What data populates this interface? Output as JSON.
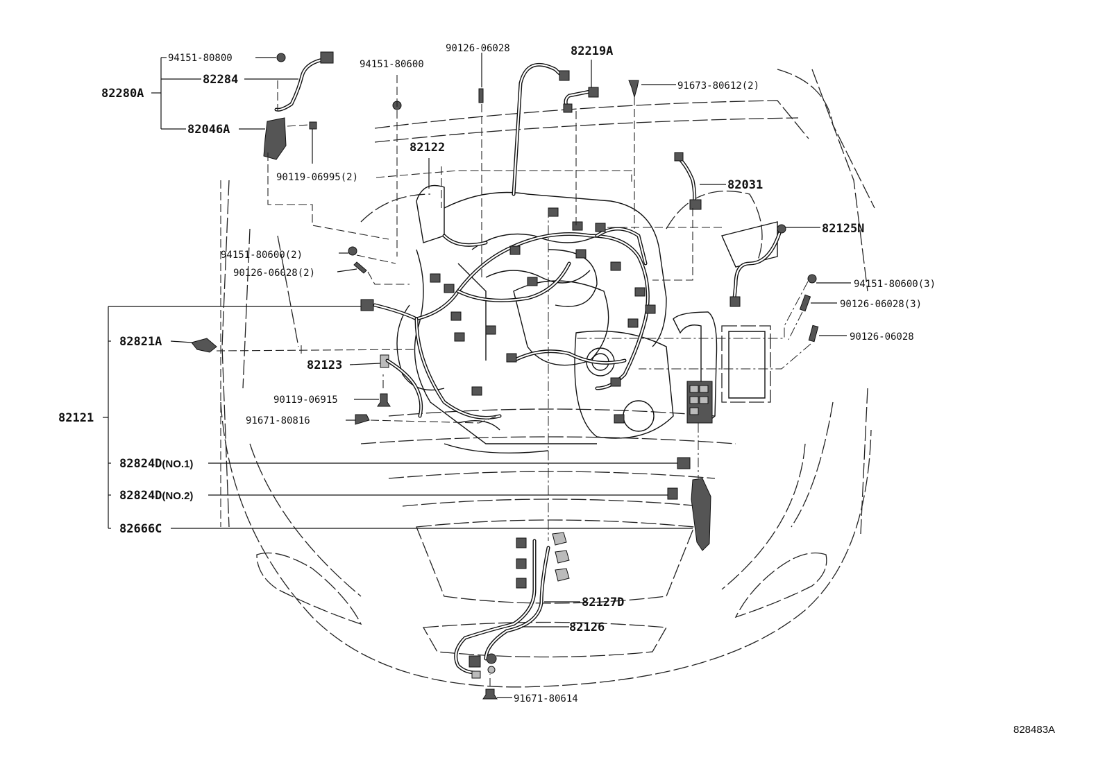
{
  "callouts": {
    "p94151_80800": "94151-80800",
    "p82284": "82284",
    "p82280A": "82280A",
    "p82046A": "82046A",
    "p90119_06995": "90119-06995(2)",
    "p94151_80600_top": "94151-80600",
    "p90126_06028_top": "90126-06028",
    "p82219A": "82219A",
    "p91673_80612": "91673-80612(2)",
    "p82122": "82122",
    "p82031": "82031",
    "p82125N": "82125N",
    "p94151_80600_2": "94151-80600(2)",
    "p90126_06028_2": "90126-06028(2)",
    "p94151_80600_3": "94151-80600(3)",
    "p90126_06028_3": "90126-06028(3)",
    "p90126_06028_r": "90126-06028",
    "p82821A": "82821A",
    "p82123": "82123",
    "p90119_06915": "90119-06915",
    "p82121": "82121",
    "p91671_80816": "91671-80816",
    "p82824D_1": "82824D",
    "p82824D_1_note": "(NO.1)",
    "p82824D_2": "82824D",
    "p82824D_2_note": "(NO.2)",
    "p82666C": "82666C",
    "p82127D": "82127D",
    "p82126": "82126",
    "p91671_80614": "91671-80614"
  },
  "illustration_id": "828483A"
}
